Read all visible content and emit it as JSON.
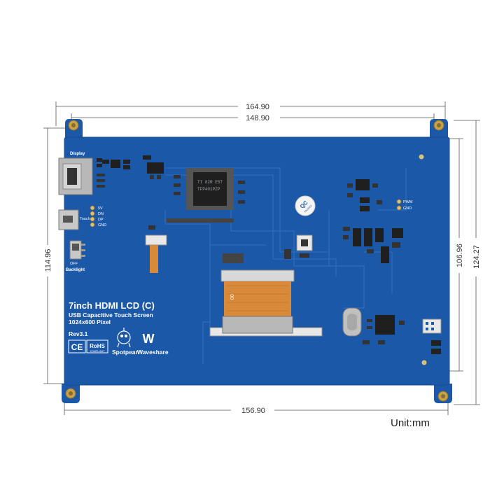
{
  "dimensions": {
    "top_outer": "164.90",
    "top_inner": "148.90",
    "bottom": "156.90",
    "left": "114.96",
    "right_inner": "106.96",
    "right_outer": "124.27"
  },
  "unit_label": "Unit:mm",
  "board": {
    "title": "7inch HDMI LCD (C)",
    "subtitle1": "USB Capacitive Touch Screen",
    "subtitle2": "1024x600 Pixel",
    "revision": "Rev3.1",
    "display_label": "Display",
    "touch_label": "Touch",
    "backlight_label": "Backlight",
    "off_label": "OFF",
    "pin_5v": "5V",
    "pin_dn": "DN",
    "pin_dp": "DP",
    "pin_gnd": "GND",
    "pwm_label": "PWM",
    "gnd_label": "GND",
    "qc_label": "QC",
    "qc_sub": "PASSED",
    "ce_mark": "CE",
    "rohs_mark": "RoHS",
    "rohs_sub": "COMPLIANT",
    "brand_spotpear": "Spotpear",
    "brand_waveshare": "Waveshare",
    "wave_logo": "W",
    "fpc_label": "00",
    "chip_line1": "TI 82R E5T",
    "chip_line2": "TFP401PZP"
  },
  "colors": {
    "board": "#1c58a8",
    "board_edge": "#174a90",
    "trace": "#2d68b8",
    "ribbon": "#d88a3a",
    "connector_metal": "#b8b8b8",
    "chip": "#1f1f1f",
    "screw": "#c8a24a"
  }
}
